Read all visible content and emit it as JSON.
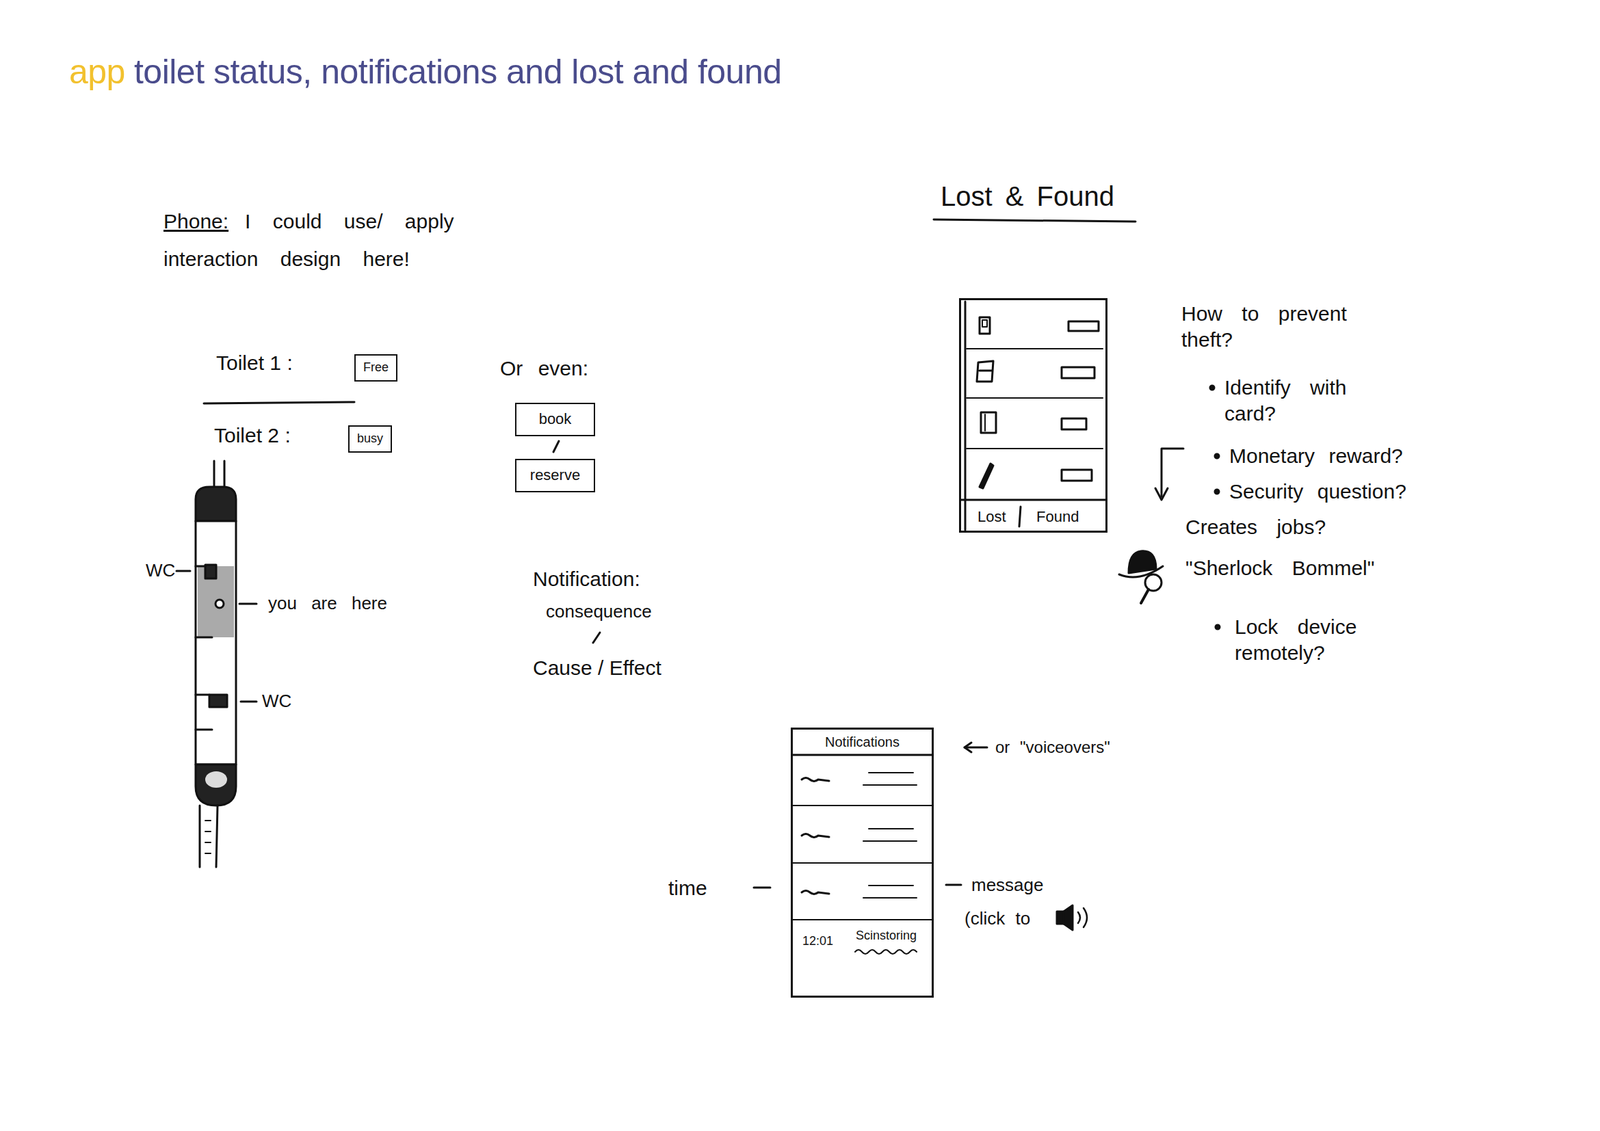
{
  "diagram": {
    "title": "toilet status, notifications and lost and found",
    "nodes": [
      {
        "text": [
          "Free"
        ]
      },
      {
        "text": [
          "busy"
        ]
      },
      {
        "text": [
          "book"
        ]
      },
      {
        "text": [
          "reserve"
        ]
      },
      {
        "text": [
          "Lost",
          "Found"
        ]
      },
      {
        "text": [
          "Notifications",
          "12:01",
          "Scinstoring"
        ]
      }
    ],
    "labels": [
      "app",
      "Phone:",
      "I could use/ apply interaction design here!",
      "Toilet 1 :",
      "Toilet 2 :",
      "Or even:",
      "WC",
      "you are here",
      "WC",
      "Notification:",
      "consequence",
      "Cause / Effect",
      "Lost & Found",
      "How to prevent theft?",
      "Identify with card?",
      "Monetary reward?",
      "Security question?",
      "Creates jobs?",
      "\"Sherlock Bommel\"",
      "Lock device remotely?",
      "or \"voiceovers\"",
      "time",
      "message",
      "(click to"
    ]
  }
}
